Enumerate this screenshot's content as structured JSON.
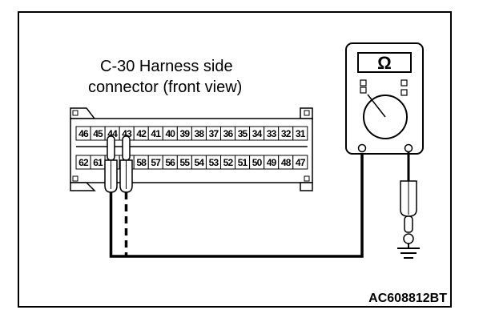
{
  "connector": {
    "title_line1": "C-30 Harness side",
    "title_line2": "connector (front view)",
    "top_pins": [
      "46",
      "45",
      "44",
      "43",
      "42",
      "41",
      "40",
      "39",
      "38",
      "37",
      "36",
      "35",
      "34",
      "33",
      "32",
      "31"
    ],
    "bottom_pins": [
      "62",
      "61",
      "",
      "",
      "58",
      "57",
      "56",
      "55",
      "54",
      "53",
      "52",
      "51",
      "50",
      "49",
      "48",
      "47"
    ]
  },
  "meter": {
    "symbol": "Ω"
  },
  "figure_code": "AC608812BT"
}
